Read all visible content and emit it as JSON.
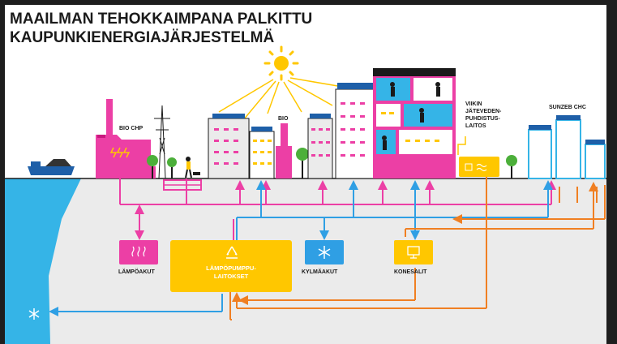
{
  "title": {
    "line1": "MAAILMAN TEHOKKAIMPANA PALKITTU",
    "line2": "KAUPUNKIENERGIAJÄRJESTELMÄ"
  },
  "labels": {
    "bio_chp": "BIO CHP",
    "bio": "BIO",
    "viikki_line1": "VIIKIN",
    "viikki_line2": "JÄTEVEDEN-",
    "viikki_line3": "PUHDISTUS-",
    "viikki_line4": "LAITOS",
    "sunzeb": "SUNZEB CHC",
    "lampoakut": "LÄMPÖAKUT",
    "heatpump_line1": "LÄMPÖPUMPPU-",
    "heatpump_line2": "LAITOKSET",
    "kylmaakut": "KYLMÄAKUT",
    "konesalit": "KONESALIT"
  },
  "colors": {
    "background": "#ebebeb",
    "sea": "#35b4e7",
    "sky_ground": "#ffffff",
    "pink": "#ec3fa5",
    "blue": "#2f9fe4",
    "orange": "#f07f22",
    "yellow": "#ffc700",
    "dark": "#1a1a1a",
    "tree": "#4caf3a"
  },
  "icons": {
    "sun": "sun-icon",
    "heat_storage": "heat-waves-icon",
    "recycle": "recycle-icon",
    "snowflake": "snowflake-icon",
    "server": "monitor-icon"
  }
}
